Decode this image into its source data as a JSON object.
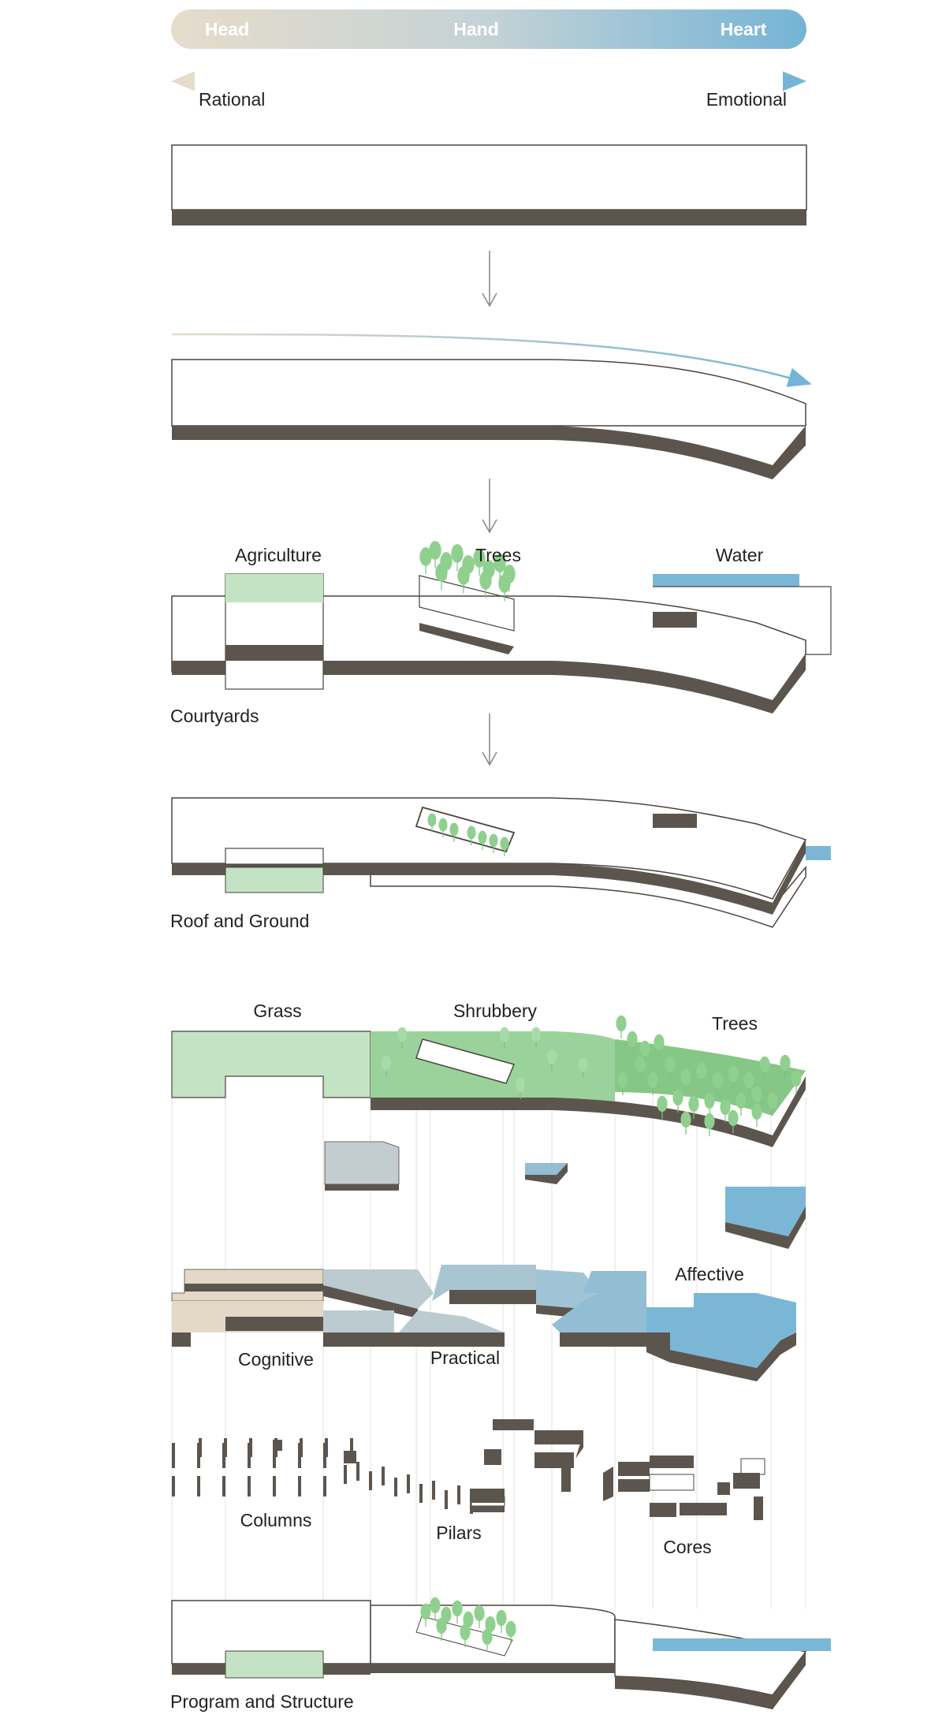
{
  "gradient_bar": {
    "labels": [
      "Head",
      "Hand",
      "Heart"
    ],
    "start_color": "#e6dccb",
    "end_color": "#74b4d6"
  },
  "axis": {
    "left_label": "Rational",
    "right_label": "Emotional"
  },
  "colors": {
    "slab_dark": "#5c554e",
    "outline": "#4a4540",
    "green_light": "#c4e3c4",
    "green_mid": "#9bd29b",
    "green_tree": "#8fd08f",
    "water": "#7ab7d6",
    "beige": "#e4d9c6",
    "gray_blue": "#b9cad0"
  },
  "step3": {
    "agriculture": "Agriculture",
    "trees": "Trees",
    "water": "Water",
    "courtyards": "Courtyards"
  },
  "step4": {
    "caption": "Roof and Ground"
  },
  "exploded": {
    "grass": "Grass",
    "shrubbery": "Shrubbery",
    "trees": "Trees",
    "affective": "Affective",
    "cognitive": "Cognitive",
    "practical": "Practical",
    "columns": "Columns",
    "pilars": "Pilars",
    "cores": "Cores",
    "caption": "Program and Structure"
  }
}
